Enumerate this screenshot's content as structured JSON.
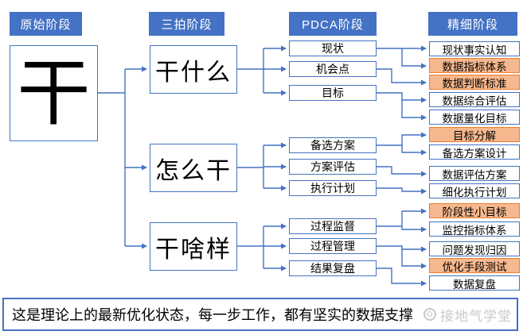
{
  "colors": {
    "header_blue": "#4472C4",
    "line_blue": "#4472C4",
    "highlight_fill": "#F6B88E",
    "highlight_border": "#ED7D31",
    "watermark_gray": "#C8C8C8"
  },
  "headers": [
    {
      "label": "原始阶段"
    },
    {
      "label": "三拍阶段"
    },
    {
      "label": "PDCA阶段"
    },
    {
      "label": "精细阶段"
    }
  ],
  "stage1": {
    "label": "干"
  },
  "stage2": [
    {
      "label": "干什么"
    },
    {
      "label": "怎么干"
    },
    {
      "label": "干啥样"
    }
  ],
  "stage3": [
    {
      "label": "现状"
    },
    {
      "label": "机会点"
    },
    {
      "label": "目标"
    },
    {
      "label": "备选方案"
    },
    {
      "label": "方案评估"
    },
    {
      "label": "执行计划"
    },
    {
      "label": "过程监督"
    },
    {
      "label": "过程管理"
    },
    {
      "label": "结果复盘"
    }
  ],
  "stage4": [
    {
      "label": "现状事实认知",
      "highlight": false
    },
    {
      "label": "数据指标体系",
      "highlight": true
    },
    {
      "label": "数据判断标准",
      "highlight": true
    },
    {
      "label": "数据综合评估",
      "highlight": false
    },
    {
      "label": "数据量化目标",
      "highlight": false
    },
    {
      "label": "目标分解",
      "highlight": true
    },
    {
      "label": "备选方案设计",
      "highlight": false
    },
    {
      "label": "数据评估方案",
      "highlight": false
    },
    {
      "label": "细化执行计划",
      "highlight": false
    },
    {
      "label": "阶段性小目标",
      "highlight": true
    },
    {
      "label": "监控指标体系",
      "highlight": false
    },
    {
      "label": "问题发现归因",
      "highlight": false
    },
    {
      "label": "优化手段测试",
      "highlight": true
    },
    {
      "label": "数据复盘",
      "highlight": false
    }
  ],
  "banner": {
    "text": "这是理论上的最新优化状态，每一步工作，都有坚实的数据支撑",
    "watermark": "接地气学堂"
  }
}
